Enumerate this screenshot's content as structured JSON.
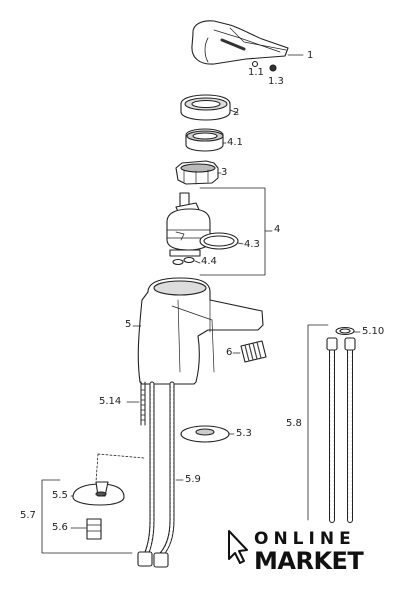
{
  "labels": {
    "p1": "1",
    "p1_1": "1.1",
    "p1_3": "1.3",
    "p2": "2",
    "p4_1": "4.1",
    "p3": "3",
    "p4": "4",
    "p4_3": "4.3",
    "p4_4": "4.4",
    "p5": "5",
    "p6": "6",
    "p5_10": "5.10",
    "p5_14": "5.14",
    "p5_3": "5.3",
    "p5_8": "5.8",
    "p5_9": "5.9",
    "p5_7": "5.7",
    "p5_5": "5.5",
    "p5_6": "5.6"
  },
  "brand": {
    "line1": "ONLINE",
    "line2": "MARKET"
  }
}
